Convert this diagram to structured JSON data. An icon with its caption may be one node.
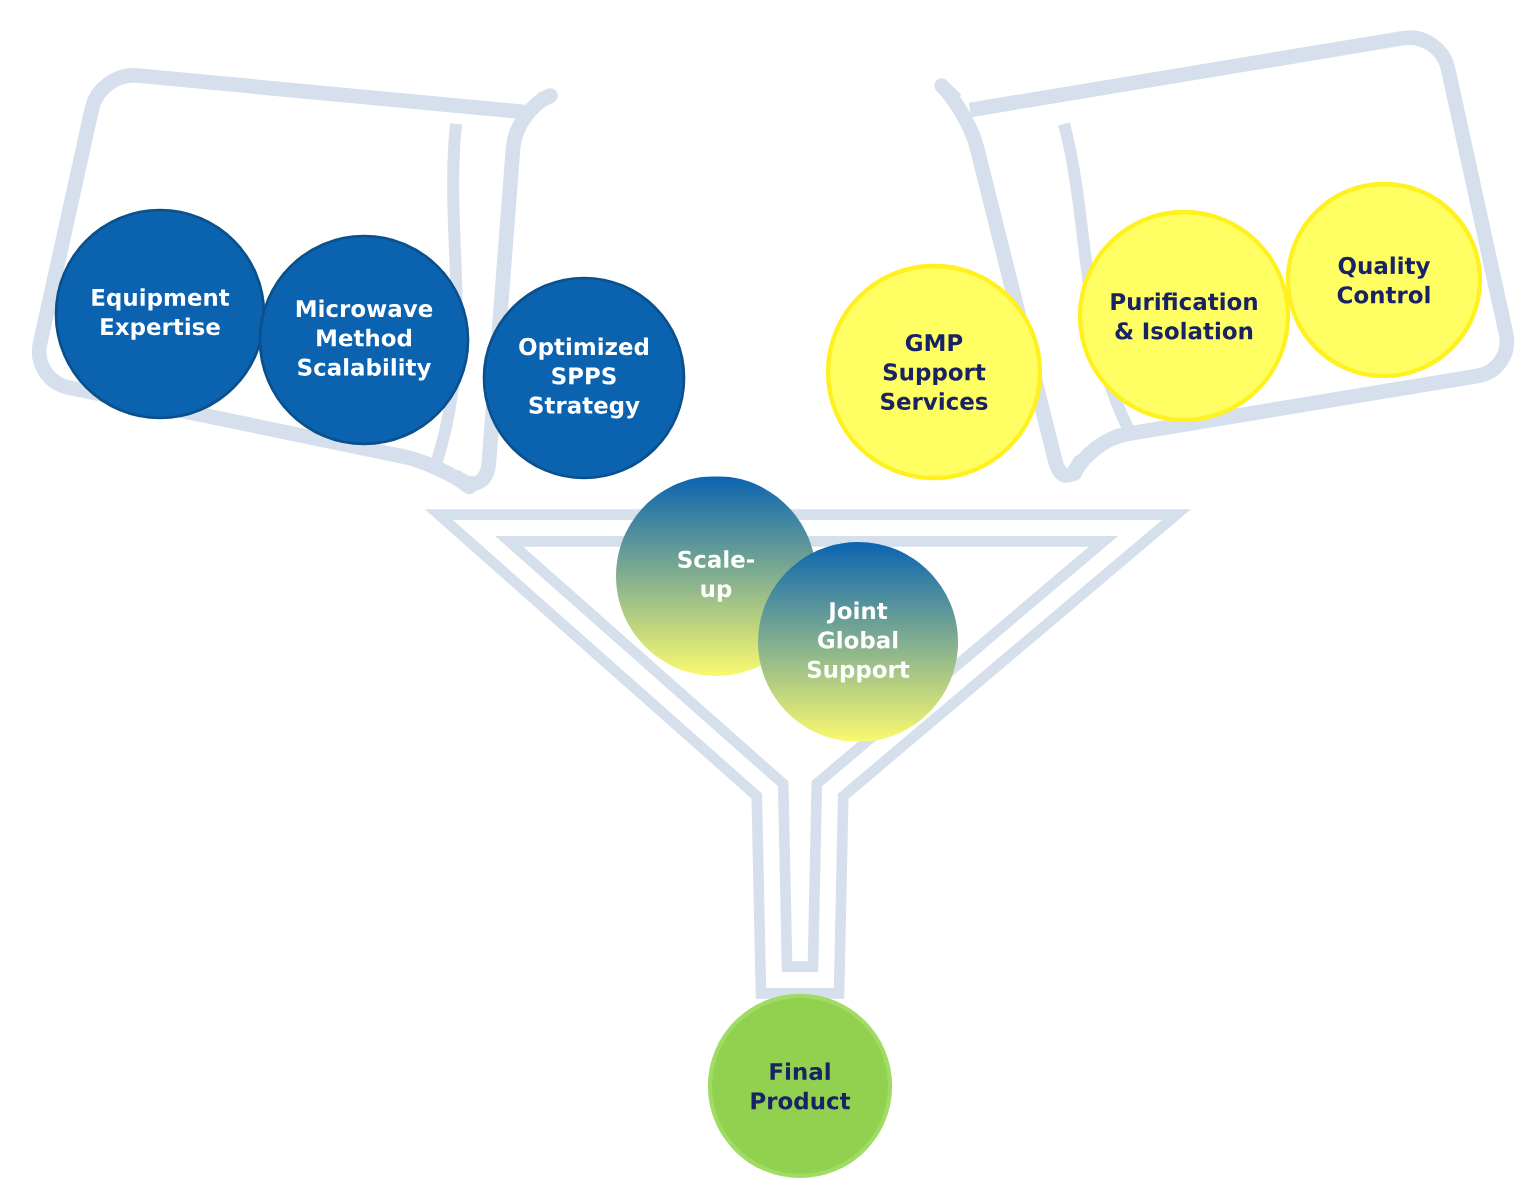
{
  "diagram": {
    "nodes": [
      {
        "text": [
          "Equipment Expertise"
        ]
      },
      {
        "text": [
          "Microwave Method Scalability"
        ]
      },
      {
        "text": [
          "Optimized SPPS Strategy"
        ]
      },
      {
        "text": [
          "GMP Support Services"
        ]
      },
      {
        "text": [
          "Purification & Isolation"
        ]
      },
      {
        "text": [
          "Quality Control"
        ]
      },
      {
        "text": [
          "Scale-up"
        ]
      },
      {
        "text": [
          "Joint Global Support"
        ]
      },
      {
        "text": [
          "Final Product"
        ]
      }
    ]
  }
}
